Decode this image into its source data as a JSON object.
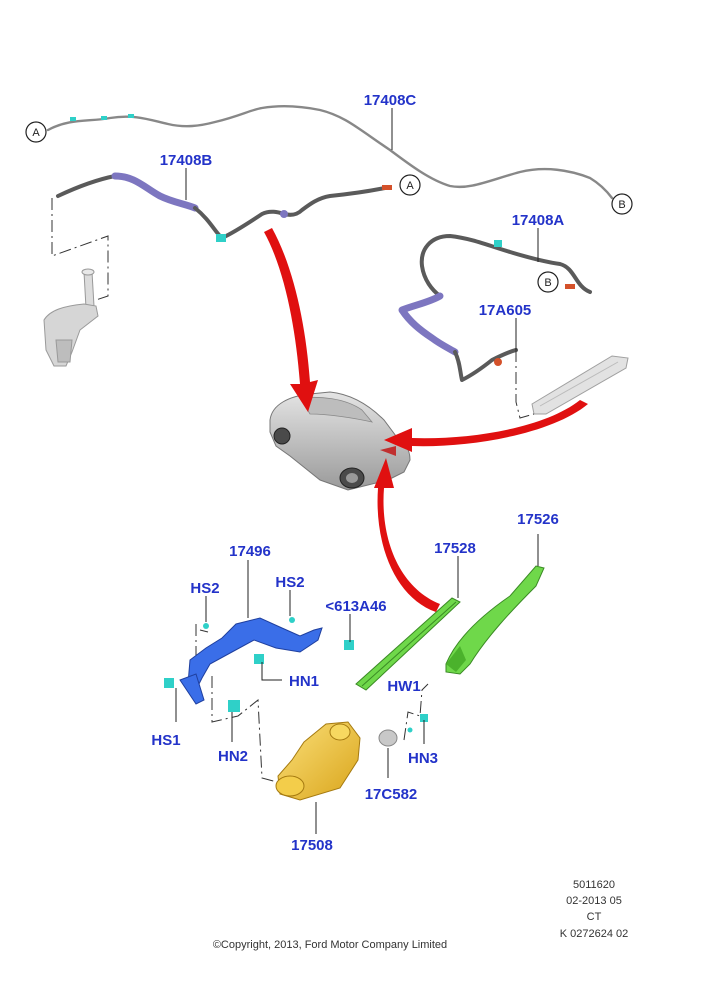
{
  "labels": {
    "hose_front": "17408C",
    "hose_mid": "17408B",
    "hose_rear": "17408A",
    "check_valve": "17A605",
    "bracket": "17496",
    "screw_hs2_left": "HS2",
    "screw_hs2_right": "HS2",
    "grommet": "<613A46",
    "nut_hn1": "HN1",
    "screw_hs1": "HS1",
    "nut_hn2": "HN2",
    "blade": "17528",
    "arm": "17526",
    "washer_hw1": "HW1",
    "nut_hn3": "HN3",
    "cap": "17C582",
    "motor": "17508"
  },
  "callouts": {
    "a_left": "A",
    "a_mid": "A",
    "b_right": "B",
    "b_mid": "B"
  },
  "meta": {
    "line1": "5011620",
    "line2": "02-2013 05",
    "line3": "CT",
    "line4": "K 0272624 02"
  },
  "copyright": "©Copyright, 2013, Ford Motor Company Limited",
  "colors": {
    "label": "#2333c9",
    "arrow": "#e01010",
    "bracket": "#3a6ee8",
    "motor": "#f0c030",
    "wiper": "#6fd84a",
    "hose": "#555555",
    "hose_sleeve": "#7d76c0",
    "clip": "#2fd0c8"
  }
}
